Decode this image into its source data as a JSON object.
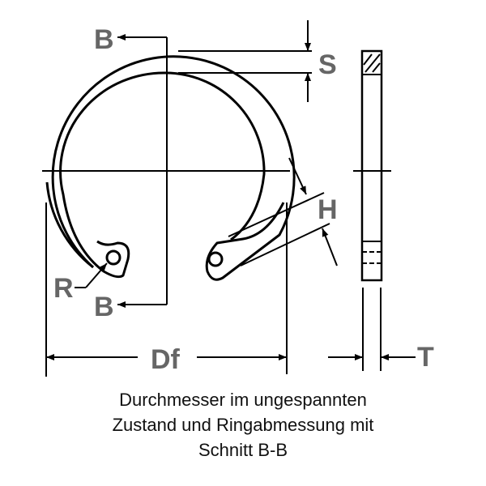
{
  "labels": {
    "section_top": "B",
    "section_bottom": "B",
    "thickness_s": "S",
    "height_h": "H",
    "radius_r": "R",
    "diameter_df": "Df",
    "width_t": "T"
  },
  "caption": {
    "line1": "Durchmesser im ungespannten",
    "line2": "Zustand und Ringabmessung mit",
    "line3": "Schnitt B-B"
  },
  "colors": {
    "lines": "#000000",
    "labels": "#666666"
  }
}
